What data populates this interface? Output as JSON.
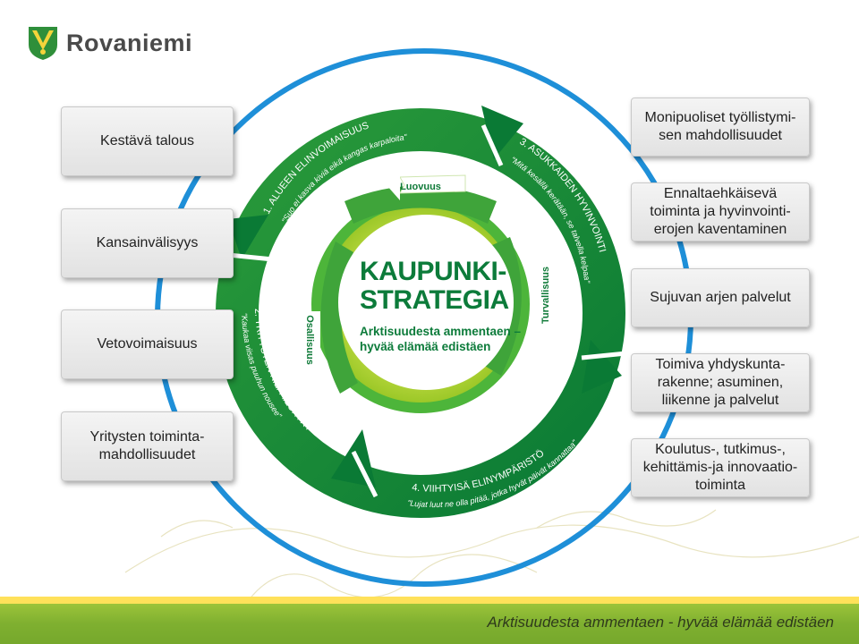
{
  "header": {
    "brand": "Rovaniemi"
  },
  "footer": {
    "tagline": "Arktisuudesta ammentaen - hyvää elämää edistäen"
  },
  "core": {
    "title": "KAUPUNKI-\nSTRATEGIA",
    "subtitle": "Arktisuudesta ammentaen –\nhyvää elämää edistäen"
  },
  "values": {
    "luovuus": "Luovuus",
    "turvallisuus": "Turvallisuus",
    "osallisuus": "Osallisuus"
  },
  "goals": {
    "goal1_title": "1. ALUEEN ELINVOIMAISUUS",
    "goal1_quote": "\"Suo ei kasva kiviä eikä kangas karpaloita\"",
    "goal2_title": "2. YRITYSTEN KILPAILUKYKY",
    "goal2_quote": "\"Kaukaa viisas puuhun nousee\"",
    "goal3_title": "3. ASUKKAIDEN HYVINVOINTI",
    "goal3_quote": "\"Mitä kesällä kerätään, se talvella kelpaa\"",
    "goal4_title": "4. VIIHTYISÄ ELINYMPÄRISTÖ",
    "goal4_quote": "\"Lujat luut ne olla pitää, jotka hyvät päivät kannattaa\""
  },
  "left_boxes": [
    "Kestävä talous",
    "Kansainvälisyys",
    "Vetovoimaisuus",
    "Yritysten toiminta-\nmahdollisuudet"
  ],
  "right_boxes": [
    "Monipuoliset työllistymi-\nsen mahdollisuudet",
    "Ennaltaehkäisevä\ntoiminta ja hyvinvointi-\nerojen kaventaminen",
    "Sujuvan arjen palvelut",
    "Toimiva yhdyskunta-\nrakenne; asuminen,\nliikenne ja palvelut",
    "Koulutus-, tutkimus-,\nkehittämis-ja innovaatio-\ntoiminta"
  ],
  "colors": {
    "dark_green": "#0f8a3c",
    "mid_green": "#3fae3a",
    "light_green": "#a6cf2b",
    "blue_ring": "#1e8fd8",
    "yellow": "#ffe15a"
  }
}
